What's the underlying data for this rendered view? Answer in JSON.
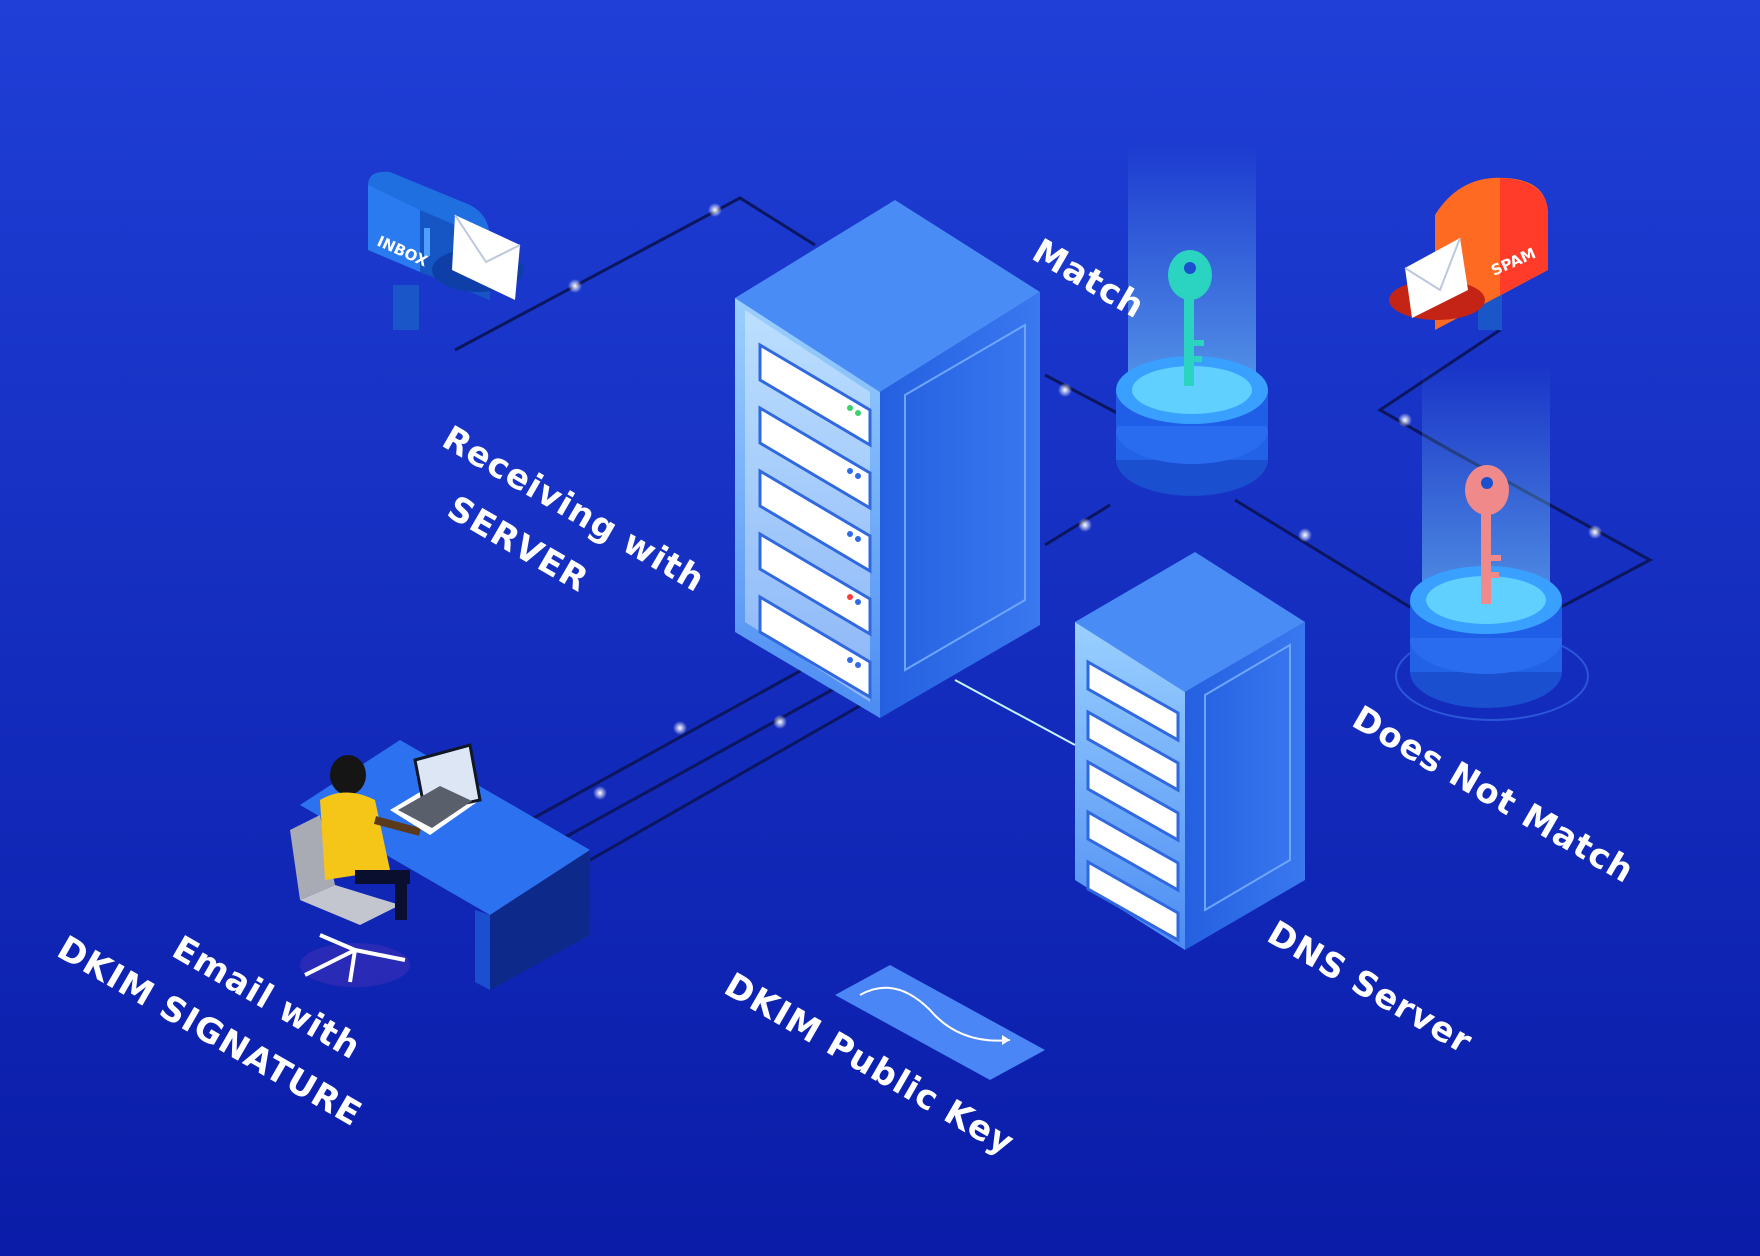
{
  "labels": {
    "receiving_line1": "Receiving with",
    "receiving_line2": "SERVER",
    "match": "Match",
    "does_not_match": "Does Not Match",
    "email_line1": "Email with",
    "email_line2": "DKIM SIGNATURE",
    "dkim_public_key": "DKIM Public Key",
    "dns_server": "DNS Server"
  },
  "mailboxes": {
    "inbox": "INBOX",
    "spam": "SPAM"
  },
  "colors": {
    "background_top": "#1f3fd6",
    "background_bottom": "#0a1ca8",
    "server_blue": "#2f6be8",
    "inbox_blue": "#1f6fe0",
    "spam_orange": "#ff5a1f",
    "match_key": "#2ad4c0",
    "nomatch_key": "#f08a8a",
    "person_shirt": "#f5c518"
  },
  "icons": {
    "mailbox_inbox": "mailbox-inbox-icon",
    "mailbox_spam": "mailbox-spam-icon",
    "server": "server-rack-icon",
    "key": "key-icon",
    "laptop": "laptop-icon"
  }
}
